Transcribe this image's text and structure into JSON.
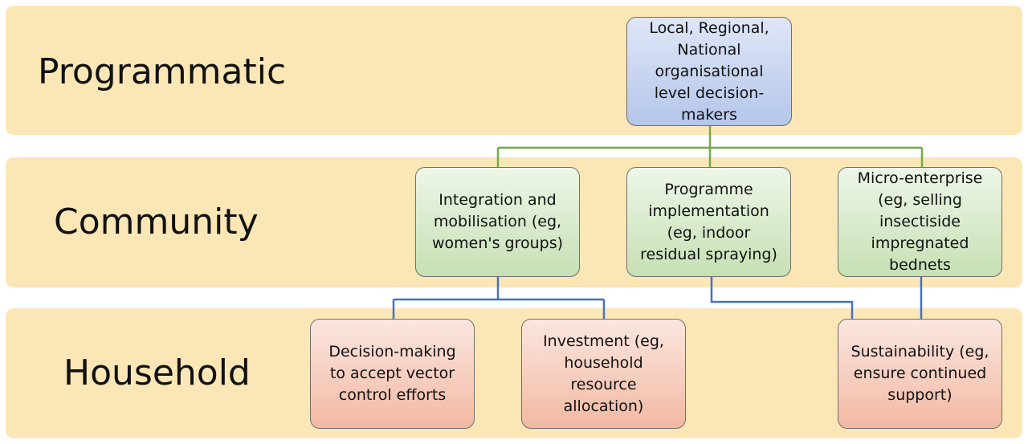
{
  "bands": {
    "programmatic": "Programmatic",
    "community": "Community",
    "household": "Household"
  },
  "boxes": {
    "top": "Local, Regional,\nNational\norganisational\nlevel decision-\nmakers",
    "integration": "Integration and\nmobilisation (eg,\nwomen's groups)",
    "programme": "Programme\nimplementation\n(eg, indoor\nresidual spraying)",
    "micro": "Micro-enterprise\n(eg, selling\ninsectiside\nimpregnated\nbednets",
    "decision": "Decision-making\nto accept vector\ncontrol efforts",
    "investment": "Investment (eg,\nhousehold\nresource\nallocation)",
    "sustainability": "Sustainability (eg,\nensure continued\nsupport)"
  },
  "colors": {
    "band": "#fbe6b5",
    "green_connector": "#70ad47",
    "blue_connector": "#4472c4",
    "top_box": "#b4c6ea",
    "community_box": "#c6e0b4",
    "household_box": "#f2b9a3"
  }
}
